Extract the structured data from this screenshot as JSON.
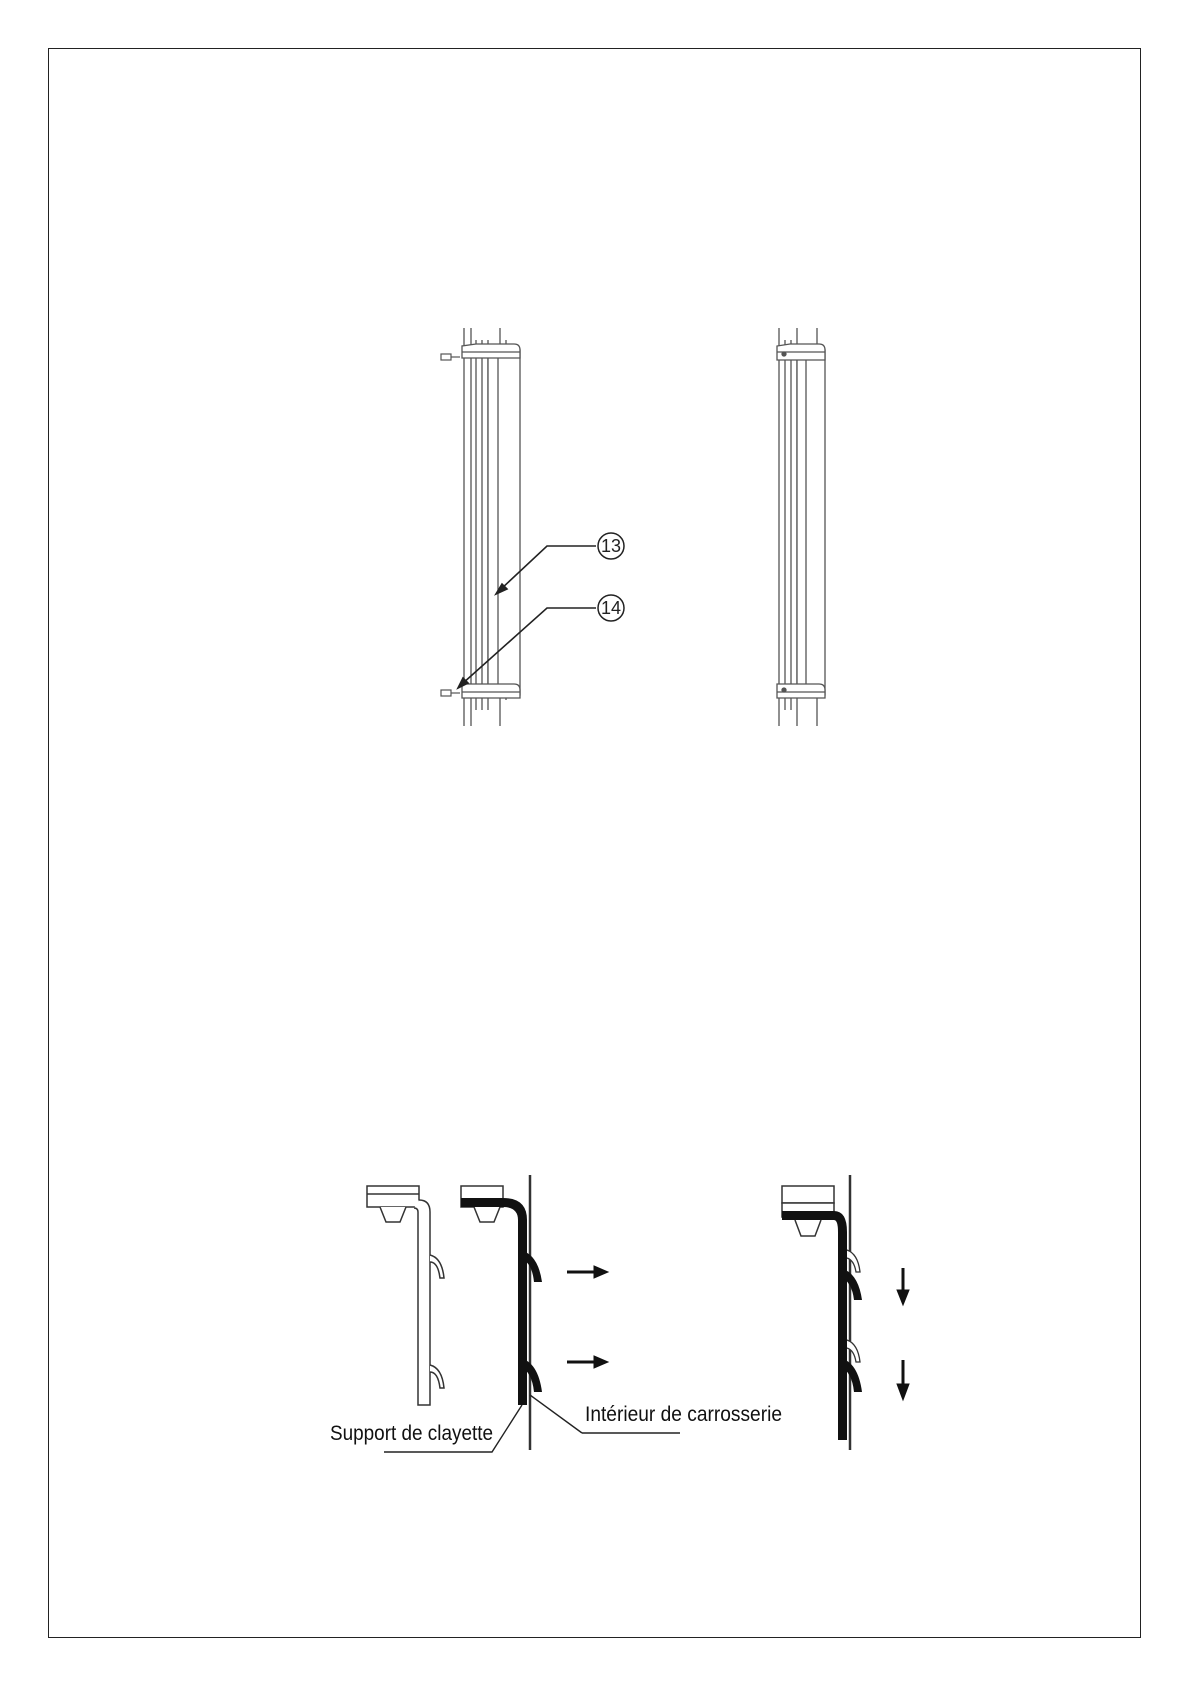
{
  "figure_top": {
    "callouts": [
      {
        "number": "13"
      },
      {
        "number": "14"
      }
    ]
  },
  "figure_bottom": {
    "labels": {
      "shelf_support": "Support de clayette",
      "cabinet_interior": "Intérieur de carrosserie"
    }
  }
}
